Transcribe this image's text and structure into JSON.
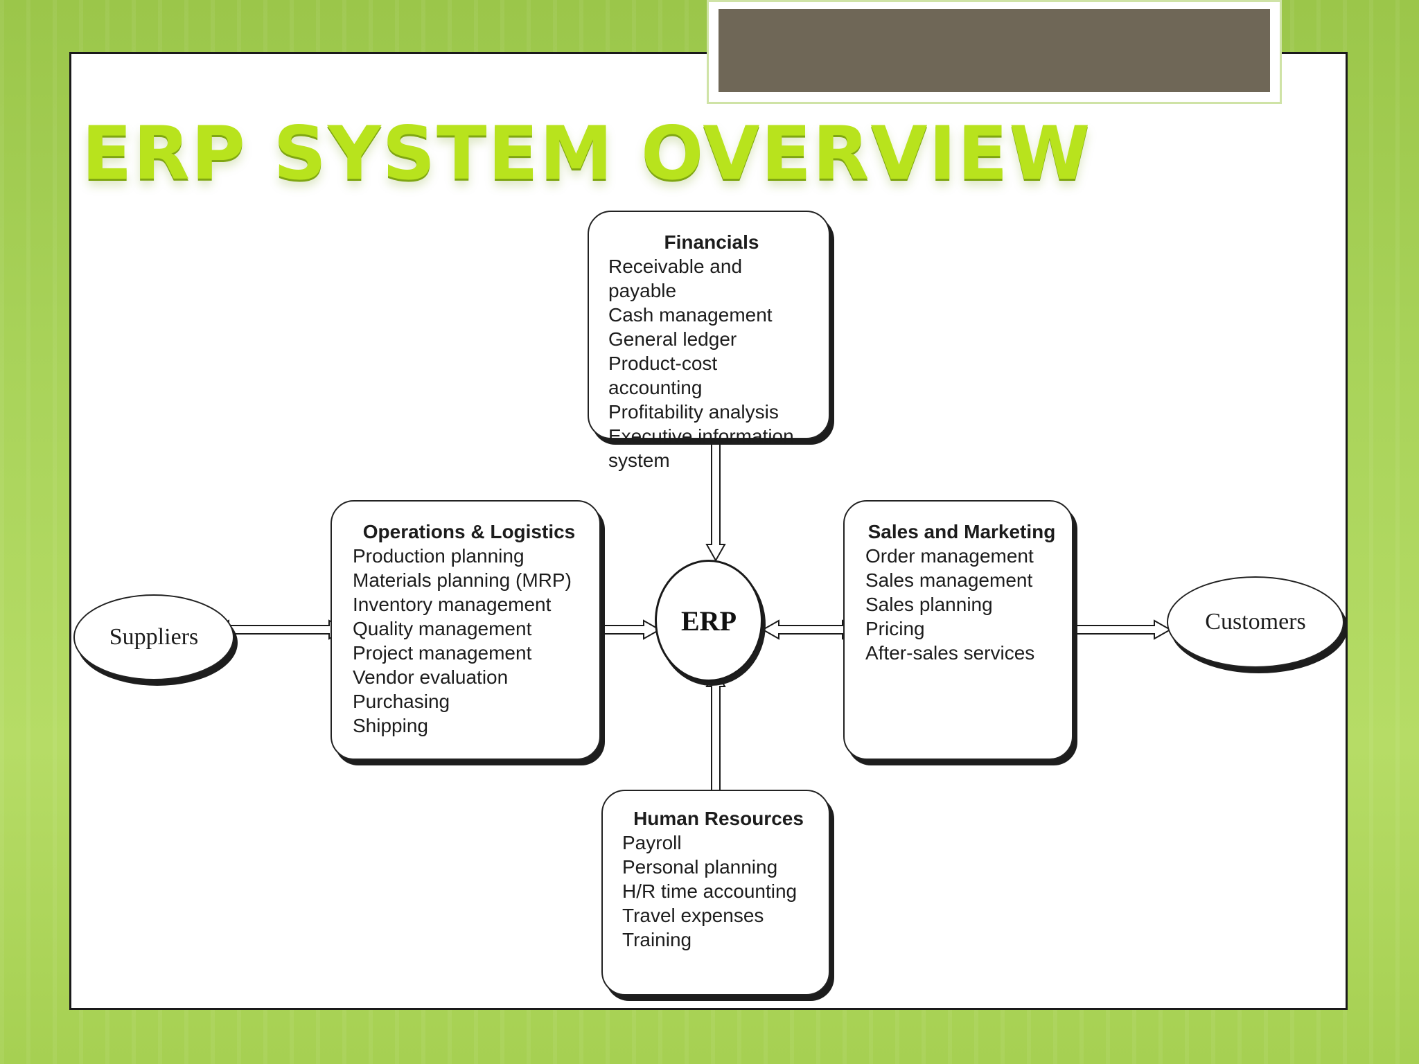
{
  "title": "ERP SYSTEM OVERVIEW",
  "center": "ERP",
  "modules": {
    "financials": {
      "title": "Financials",
      "items": [
        "Receivable and payable",
        "Cash management",
        "General ledger",
        "Product-cost accounting",
        "Profitability analysis",
        "Executive information",
        "system"
      ]
    },
    "operations": {
      "title": "Operations & Logistics",
      "items": [
        "Production planning",
        "Materials planning (MRP)",
        "Inventory management",
        "Quality management",
        "Project management",
        "Vendor evaluation",
        "Purchasing",
        "Shipping"
      ]
    },
    "sales": {
      "title": "Sales and Marketing",
      "items": [
        "Order management",
        "Sales management",
        "Sales planning",
        "Pricing",
        "After-sales services"
      ]
    },
    "hr": {
      "title": "Human Resources",
      "items": [
        "Payroll",
        "Personal planning",
        "H/R time accounting",
        "Travel expenses",
        "Training"
      ]
    }
  },
  "externals": {
    "suppliers": "Suppliers",
    "customers": "Customers"
  },
  "colors": {
    "title": "#b8e31d",
    "background": "#a9d35a",
    "header_tab": "#6f6757"
  }
}
